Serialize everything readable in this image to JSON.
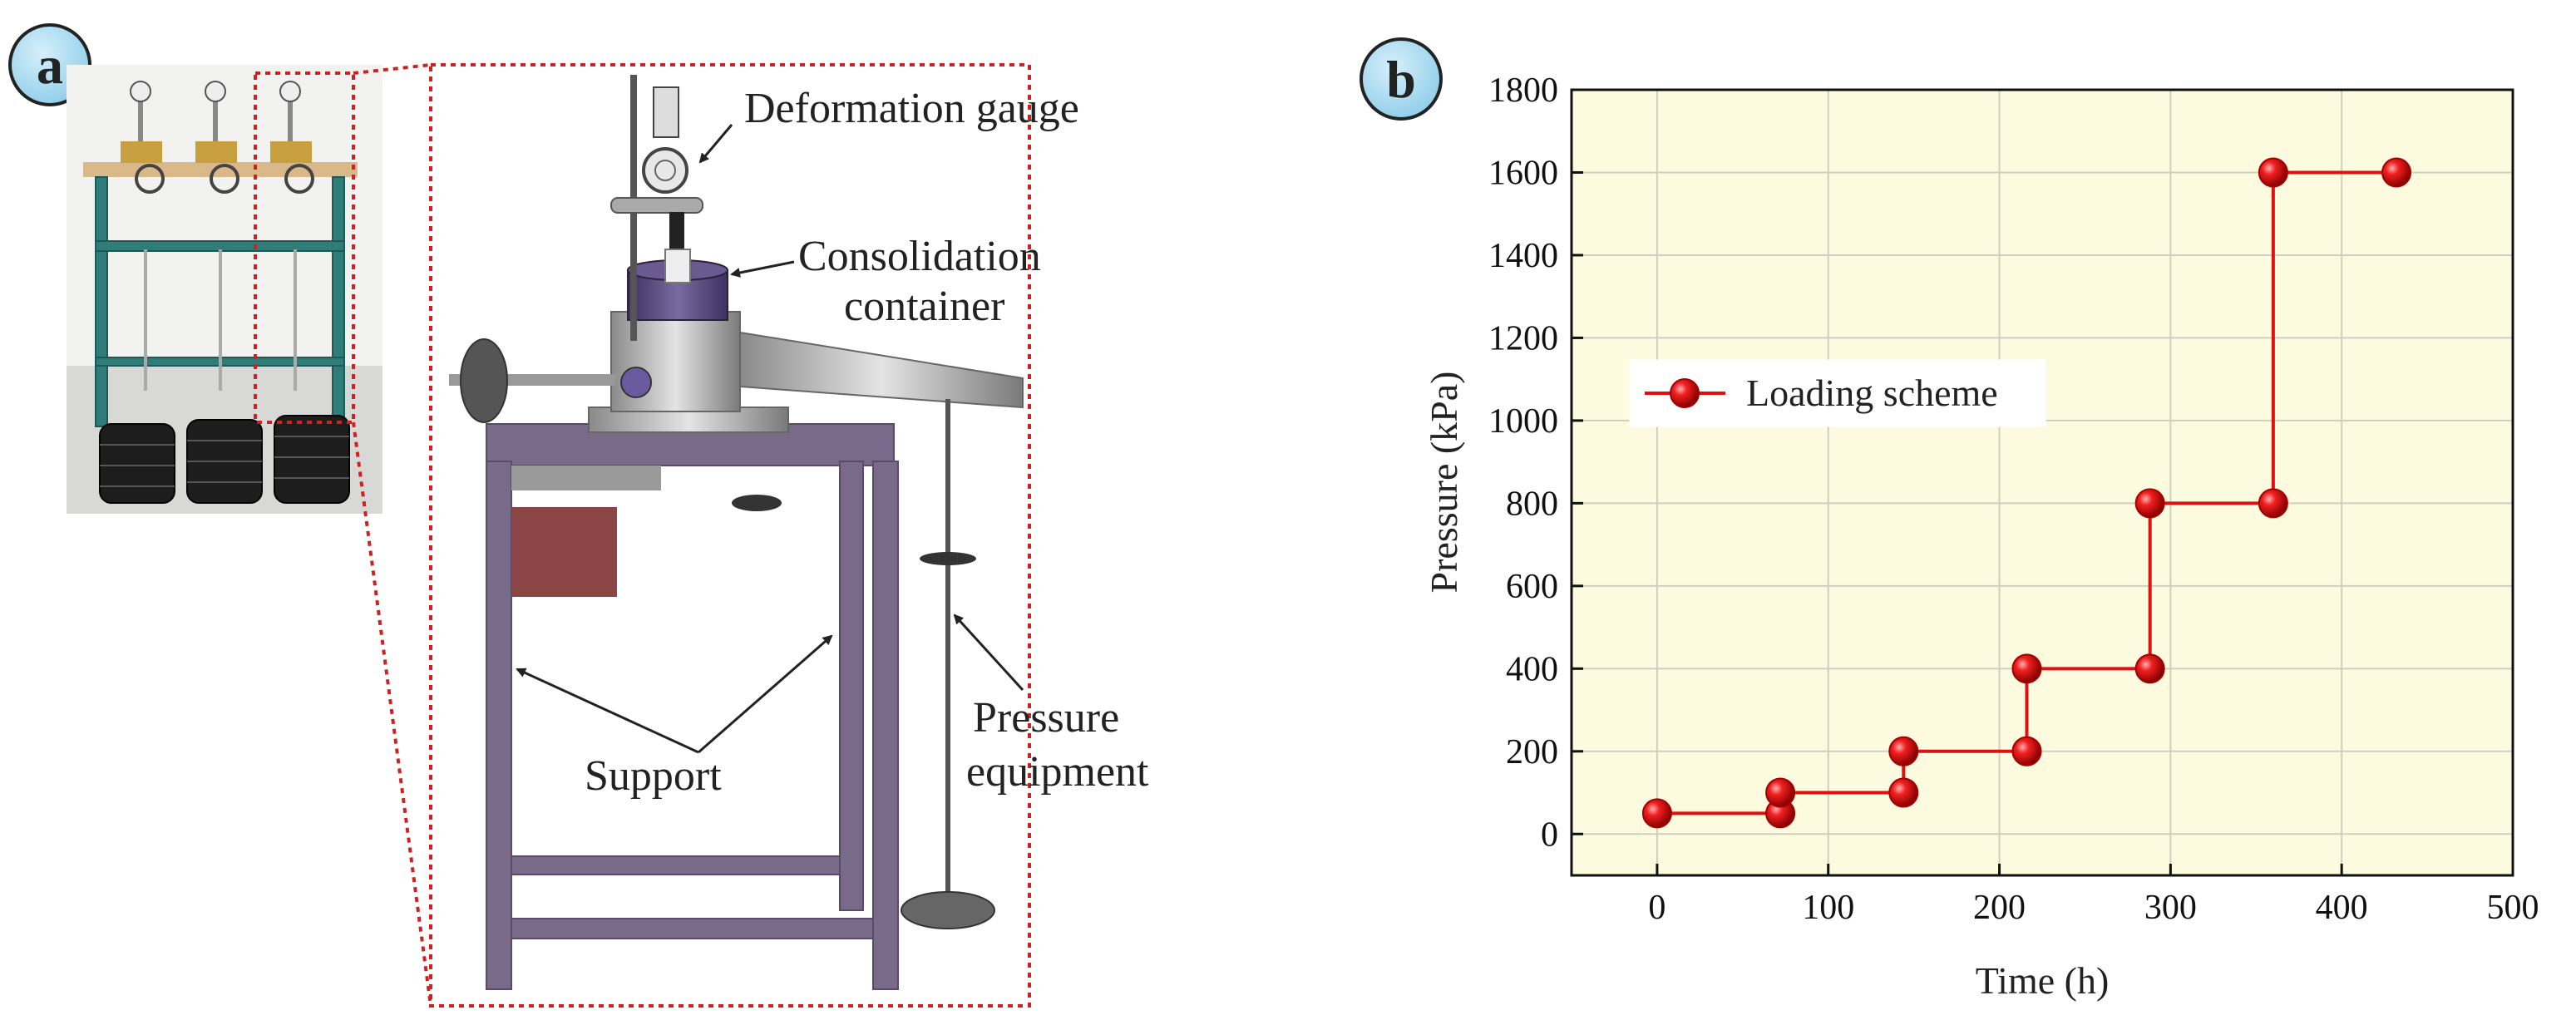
{
  "panel_a": {
    "letter": "a",
    "labels": {
      "deformation_gauge": "Deformation gauge",
      "consolidation_line1": "Consolidation",
      "consolidation_line2": "container",
      "pressure_line1": "Pressure",
      "pressure_line2": "equipment",
      "support": "Support"
    },
    "colors": {
      "frame": "#7a6a8a",
      "box": "#8b4545",
      "callout": "#cc2222",
      "container": "#5a4a7a"
    }
  },
  "panel_b": {
    "letter": "b",
    "legend_label": "Loading scheme",
    "colors": {
      "plot_bg": "#fdfbdf",
      "series": "#e01010",
      "grid": "#cfcfbf",
      "badge": "#a8dcf4"
    }
  },
  "chart_data": {
    "type": "line",
    "xlabel": "Time (h)",
    "ylabel": "Pressure (kPa)",
    "xlim": [
      -50,
      500
    ],
    "ylim": [
      -100,
      1800
    ],
    "xticks": [
      0,
      100,
      200,
      300,
      400,
      500
    ],
    "yticks": [
      0,
      200,
      400,
      600,
      800,
      1000,
      1200,
      1400,
      1600,
      1800
    ],
    "grid": true,
    "legend_position": "middle-left",
    "series": [
      {
        "name": "Loading scheme",
        "x": [
          0,
          72,
          72,
          144,
          144,
          216,
          216,
          288,
          288,
          360,
          360,
          432
        ],
        "y": [
          50,
          50,
          100,
          100,
          200,
          200,
          400,
          400,
          800,
          800,
          1600,
          1600
        ]
      }
    ]
  }
}
